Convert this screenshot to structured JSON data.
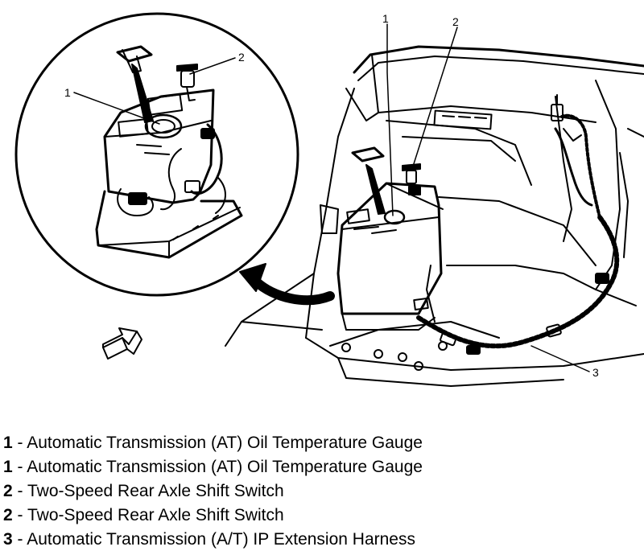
{
  "callouts": {
    "inset_1": "1",
    "inset_2": "2",
    "main_1": "1",
    "main_2": "2",
    "main_3": "3"
  },
  "legend": [
    {
      "num": "1",
      "sep": " - ",
      "text": "Automatic Transmission (AT) Oil Temperature Gauge"
    },
    {
      "num": "1",
      "sep": " - ",
      "text": "Automatic Transmission (AT) Oil Temperature Gauge"
    },
    {
      "num": "2",
      "sep": " - ",
      "text": "Two-Speed Rear Axle Shift Switch"
    },
    {
      "num": "2",
      "sep": " - ",
      "text": "Two-Speed Rear Axle Shift Switch"
    },
    {
      "num": "3",
      "sep": " - ",
      "text": "Automatic Transmission (A/T) IP Extension Harness"
    }
  ]
}
